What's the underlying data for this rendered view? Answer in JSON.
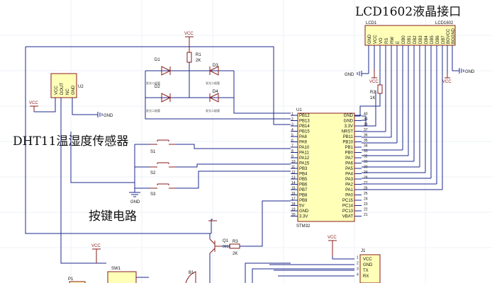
{
  "titles": {
    "lcd_interface": "LCD1602液晶接口",
    "dht_sensor": "DHT11温湿度传感器",
    "key_circuit": "按键电路"
  },
  "labels": {
    "vcc": "VCC",
    "gnd": "GND",
    "r1": "R1",
    "r1_val": "2K",
    "r2": "R2",
    "r2_val": "1K",
    "r3": "R3",
    "r3_val": "2K",
    "d1": "D1",
    "d2": "D2",
    "d3": "D3",
    "d4": "D4",
    "led_note": "发光二极管",
    "u1": "U1",
    "u2": "U2",
    "stm32": "STM32",
    "lcd1": "LCD1",
    "lcd1602": "LCD1602",
    "s1": "S1",
    "s2": "S2",
    "s3": "S3",
    "q1": "Q1",
    "q1_val": "9012",
    "sw1": "SW1",
    "b1": "B1",
    "p1": "P1",
    "j1": "J1"
  },
  "u2_pins": [
    "VCC",
    "DOUT",
    "NC",
    "GND"
  ],
  "lcd_pins": [
    "GND",
    "VCC",
    "VO",
    "RS",
    "RW",
    "E",
    "DB0",
    "DB1",
    "DB2",
    "DB3",
    "DB4",
    "DB5",
    "DB6",
    "DB7",
    "BGVCC",
    "BGGND"
  ],
  "u1_left_pins": [
    {
      "n": "1",
      "name": "PB12"
    },
    {
      "n": "2",
      "name": "PB13"
    },
    {
      "n": "3",
      "name": "PB14"
    },
    {
      "n": "4",
      "name": "PB15"
    },
    {
      "n": "5",
      "name": "PA8"
    },
    {
      "n": "6",
      "name": "PA9"
    },
    {
      "n": "7",
      "name": "PA10"
    },
    {
      "n": "8",
      "name": "PA11"
    },
    {
      "n": "9",
      "name": "PA12"
    },
    {
      "n": "10",
      "name": "PA15"
    },
    {
      "n": "11",
      "name": "PB3"
    },
    {
      "n": "12",
      "name": "PB4"
    },
    {
      "n": "13",
      "name": "PB5"
    },
    {
      "n": "14",
      "name": "PB6"
    },
    {
      "n": "15",
      "name": "PB7"
    },
    {
      "n": "16",
      "name": "PB8"
    },
    {
      "n": "17",
      "name": "PB9"
    },
    {
      "n": "18",
      "name": "5V"
    },
    {
      "n": "19",
      "name": "GND"
    },
    {
      "n": "20",
      "name": "3.3V"
    }
  ],
  "u1_right_pins": [
    {
      "n": "40",
      "name": "GND"
    },
    {
      "n": "39",
      "name": "GND"
    },
    {
      "n": "38",
      "name": "3.3V"
    },
    {
      "n": "37",
      "name": "NRST"
    },
    {
      "n": "36",
      "name": "PB11"
    },
    {
      "n": "35",
      "name": "PB10"
    },
    {
      "n": "34",
      "name": "PB1"
    },
    {
      "n": "33",
      "name": "PB0"
    },
    {
      "n": "32",
      "name": "PA7"
    },
    {
      "n": "31",
      "name": "PA6"
    },
    {
      "n": "30",
      "name": "PA5"
    },
    {
      "n": "29",
      "name": "PA4"
    },
    {
      "n": "28",
      "name": "PA3"
    },
    {
      "n": "27",
      "name": "PA2"
    },
    {
      "n": "26",
      "name": "PA1"
    },
    {
      "n": "25",
      "name": "PA0"
    },
    {
      "n": "24",
      "name": "PC15"
    },
    {
      "n": "23",
      "name": "PC14"
    },
    {
      "n": "22",
      "name": "PC13"
    },
    {
      "n": "21",
      "name": "VBAT"
    }
  ],
  "j1_pins": [
    {
      "n": "1",
      "name": "VCC"
    },
    {
      "n": "2",
      "name": "GND"
    },
    {
      "n": "3",
      "name": "TX"
    },
    {
      "n": "4",
      "name": "RX"
    }
  ],
  "colors": {
    "wire": "#1c2a8c",
    "component": "#8a1c1c",
    "chip_fill": "#ffffb8"
  }
}
